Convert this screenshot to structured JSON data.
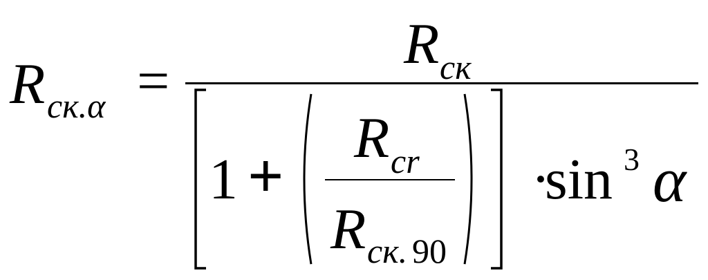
{
  "formula": {
    "lhs": {
      "base": "R",
      "subscript": "ск.α"
    },
    "equals_sign": "=",
    "numerator": {
      "base": "R",
      "subscript": "ск"
    },
    "denominator": {
      "one": "1",
      "plus": "+",
      "inner_fraction": {
        "numerator_base": "R",
        "numerator_subscript": "cr",
        "denominator_base": "R",
        "denominator_subscript_letters": "ск.",
        "denominator_subscript_number": "90"
      },
      "multiply_dot": "·",
      "function_name": "sin",
      "exponent": "3",
      "argument": "α"
    }
  }
}
